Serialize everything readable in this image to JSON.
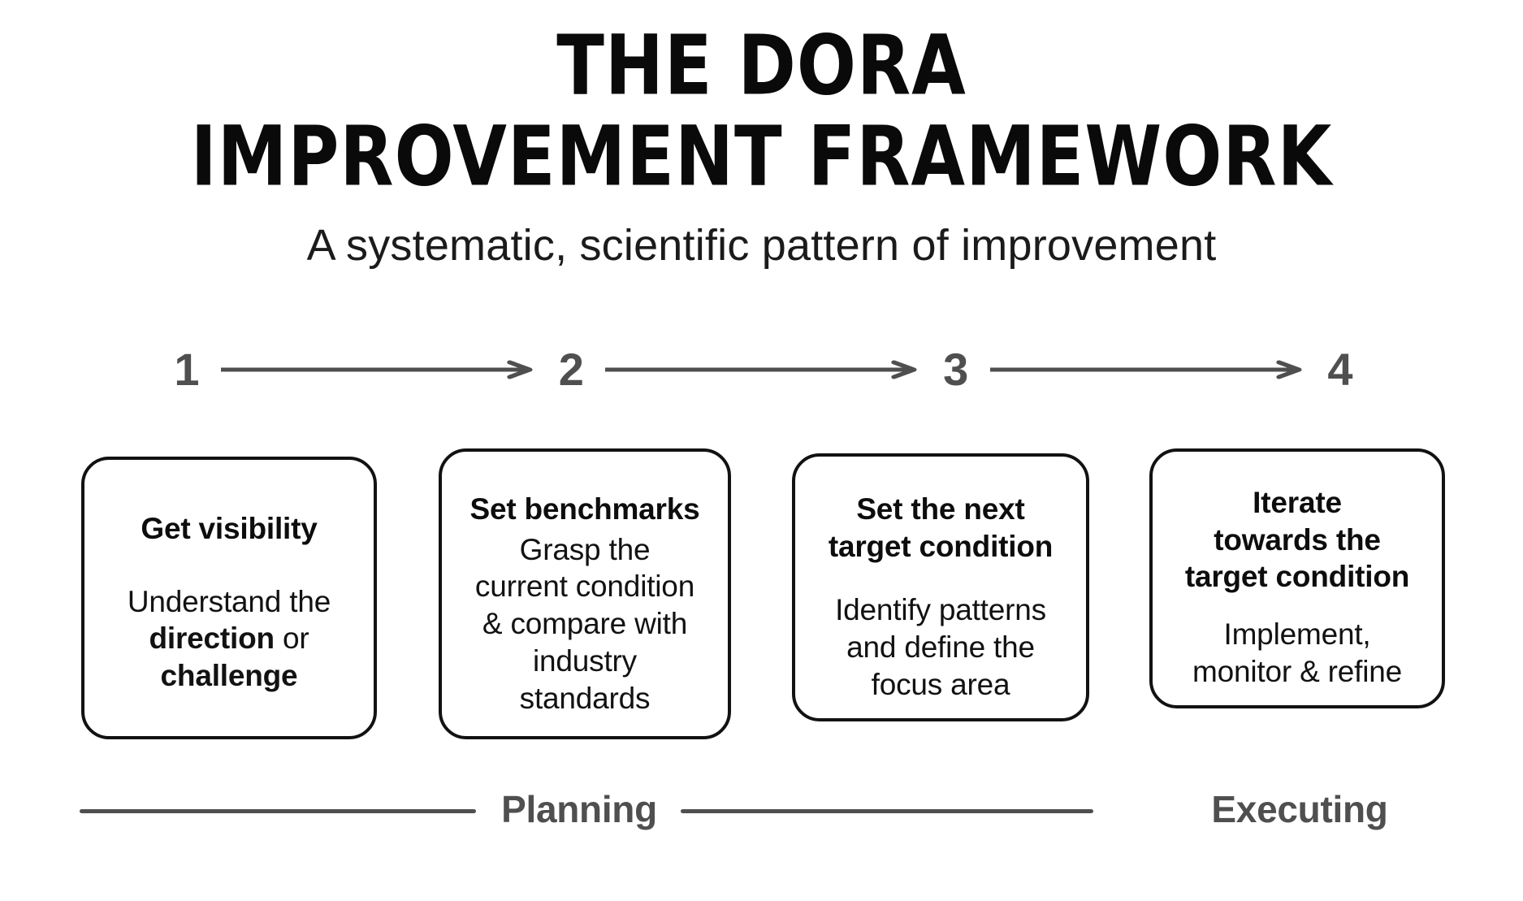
{
  "header": {
    "title_line_1": "THE DORA",
    "title_line_2": "IMPROVEMENT FRAMEWORK",
    "subtitle": "A systematic, scientific pattern of improvement"
  },
  "steps": [
    {
      "number": "1"
    },
    {
      "number": "2"
    },
    {
      "number": "3"
    },
    {
      "number": "4"
    }
  ],
  "arrows": [
    {
      "name": "arrow-1-to-2"
    },
    {
      "name": "arrow-2-to-3"
    },
    {
      "name": "arrow-3-to-4"
    }
  ],
  "cards": [
    {
      "heading": "Get visibility",
      "body_line_1": "Understand the",
      "body_bold_1": "direction",
      "body_mid_1": " or",
      "body_bold_2": "challenge"
    },
    {
      "heading": "Set benchmarks",
      "body_line_1": "Grasp the",
      "body_line_2": "current condition",
      "body_line_3": "& compare with",
      "body_line_4": "industry",
      "body_line_5": "standards"
    },
    {
      "heading_line_1": "Set the next",
      "heading_line_2": "target condition",
      "body_line_1": "Identify patterns",
      "body_line_2": "and define the",
      "body_line_3": "focus area"
    },
    {
      "heading_line_1": "Iterate",
      "heading_line_2": "towards the",
      "heading_line_3": "target condition",
      "body_line_1": "Implement,",
      "body_line_2": "monitor & refine"
    }
  ],
  "phases": {
    "planning_label": "Planning",
    "executing_label": "Executing"
  },
  "colors": {
    "accent_gray": "#4f4f4f",
    "ink": "#111111",
    "background": "#ffffff"
  }
}
